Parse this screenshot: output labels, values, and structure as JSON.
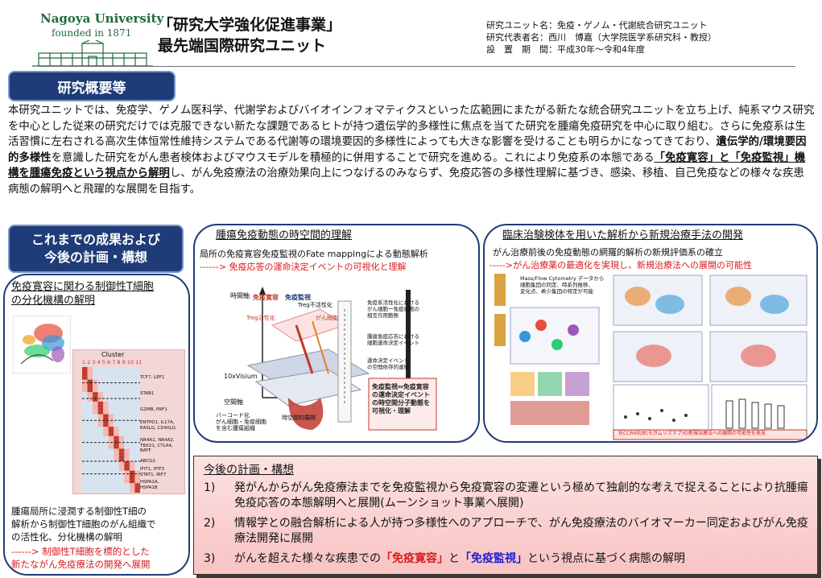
{
  "header": {
    "university": "Nagoya University",
    "founded": "founded in 1871",
    "title_line1": "「研究大学強化促進事業」",
    "title_line2": "最先端国際研究ユニット",
    "unit_name": "研究ユニット名：免疫・ゲノム・代謝統合研究ユニット",
    "representative": "研究代表者名：西川　博嘉（大学院医学系研究科・教授）",
    "period": "設　置　期　間：平成30年～令和4年度"
  },
  "overview": {
    "label": "研究概要等",
    "p1": "本研究ユニットでは、免疫学、ゲノム医科学、代謝学およびバイオインフォマティクスといった広範囲にまたがる新たな統合研究ユニットを立ち上げ、純系マウス研究を中心とした従来の研究だけでは克服できない新たな課題であるヒトが持つ遺伝学的多様性に焦点を当てた研究を腫瘍免疫研究を中心に取り組む。さらに免疫系は生活習慣に左右される高次生体恒常性維持システムである代謝等の環境要因的多様性によっても大きな影響を受けることも明らかになってきており、",
    "b1": "遺伝学的/環境要因的多様性",
    "p2": "を意識した研究をがん患者検体およびマウスモデルを積極的に併用することで研究を進める。これにより免疫系の本態である",
    "u1": "「免疫寛容」と「免疫監視」機構を腫瘍免疫という視点から解明",
    "p3": "し、がん免疫療法の治療効果向上につなげるのみならず、免疫応答の多様性理解に基づき、感染、移植、自己免疫などの様々な疾患病態の解明へと飛躍的な展開を目指す。"
  },
  "results": {
    "label_line1": "これまでの成果および",
    "label_line2": "今後の計画・構想"
  },
  "left_panel": {
    "title_line1": "免疫寛容に関わる制御性T細胞",
    "title_line2": "の分化機構の解明",
    "heatmap_title": "Cluster",
    "clusters": "1 2 3 4 5 6 7 8 9 10 11",
    "genes": [
      "TCF7, LEF1",
      "STAB1",
      "GZMB, PRF1",
      "ENTPD1, IL17A,\nEASLG, CD40LG",
      "NR4A1, NR4A2,\nTBX21, CTLA4,\nBATF",
      "ABCG2",
      "IFIT1, IFIT3\nSTAT1, IRF7",
      "HSPA1A,\nHSPA1B"
    ],
    "desc_line1": "腫瘍局所に浸潤する制御性T細の",
    "desc_line2": "解析から制御性T細胞のがん組織で",
    "desc_line3": "の活性化、分化機構の解明",
    "arrow_line1": "------> 制御性T細胞を標的とした",
    "arrow_line2": "新たながん免疫療法の開発へ展開"
  },
  "mid_panel": {
    "title": "腫瘍免疫動態の時空間的理解",
    "sub": "局所の免疫寛容免疫監視のFate mappingによる動態解析",
    "arrow": "------> 免疫応答の運命決定イベントの可視化と理解",
    "fig_labels": {
      "time_axis": "時間軸",
      "space_axis": "空間軸",
      "visium": "10xVisium",
      "tolerance": "免疫寛容",
      "surveillance": "免疫監視",
      "treg_active": "Treg活性化",
      "treg_inactive": "Treg不活性化",
      "cancer": "がん細胞",
      "barcode": "バーコード化\nがん細胞・免疫細胞\nを含む腫瘍組織",
      "spatial": "時空間的展開",
      "note1": "免疫系活性化における\nがん細胞ー免疫細胞の\n相互作用動態",
      "note2": "腫瘍免疫応答における\n細胞運命決定イベント",
      "note3": "運命決定イベント\nの空間依存的連結",
      "emph": "免疫監視⇔免疫寛容\nの運命決定イベント\nの時空間分子動態を\n可視化・理解"
    }
  },
  "right_panel": {
    "title": "臨床治験検体を用いた解析から新規治療手法の開発",
    "sub": "がん治療前後の免疫動態の網羅的解析の新規評価系の確立",
    "arrow": "----->がん治療薬の最適化を実現し、新規治療法への展開の可能性",
    "fig_labels": {
      "flow": "Mass/Flow Cytometry データから\n細胞集団の同定、時系列推移、\n変化点、希少集団の特定が可能",
      "bottom": "抗CCR4抗体(モガムリズマブ)の新規治療法への展開の可能性を発見"
    }
  },
  "plan": {
    "title": "今後の計画・構想",
    "items": [
      {
        "num": "1)",
        "text": "発がんからがん免疫療法までを免疫監視から免疫寛容の変遷という極めて独創的な考えで捉えることにより抗腫瘍免疫応答の本態解明へと展開(ムーンショット事業へ展開)"
      },
      {
        "num": "2)",
        "text": "情報学との融合解析による人が持つ多様性へのアプローチで、がん免疫療法のバイオマーカー同定およびがん免疫療法開発に展開"
      },
      {
        "num": "3)",
        "pre": "がんを超えた様々な疾患での",
        "k1": "「免疫寛容」",
        "mid": "と",
        "k2": "「免疫監視」",
        "post": "という視点に基づく病態の解明"
      }
    ]
  },
  "colors": {
    "navy": "#1f3c78",
    "red": "#d81b1b",
    "green": "#1f6b3a",
    "blue": "#2020d0"
  }
}
